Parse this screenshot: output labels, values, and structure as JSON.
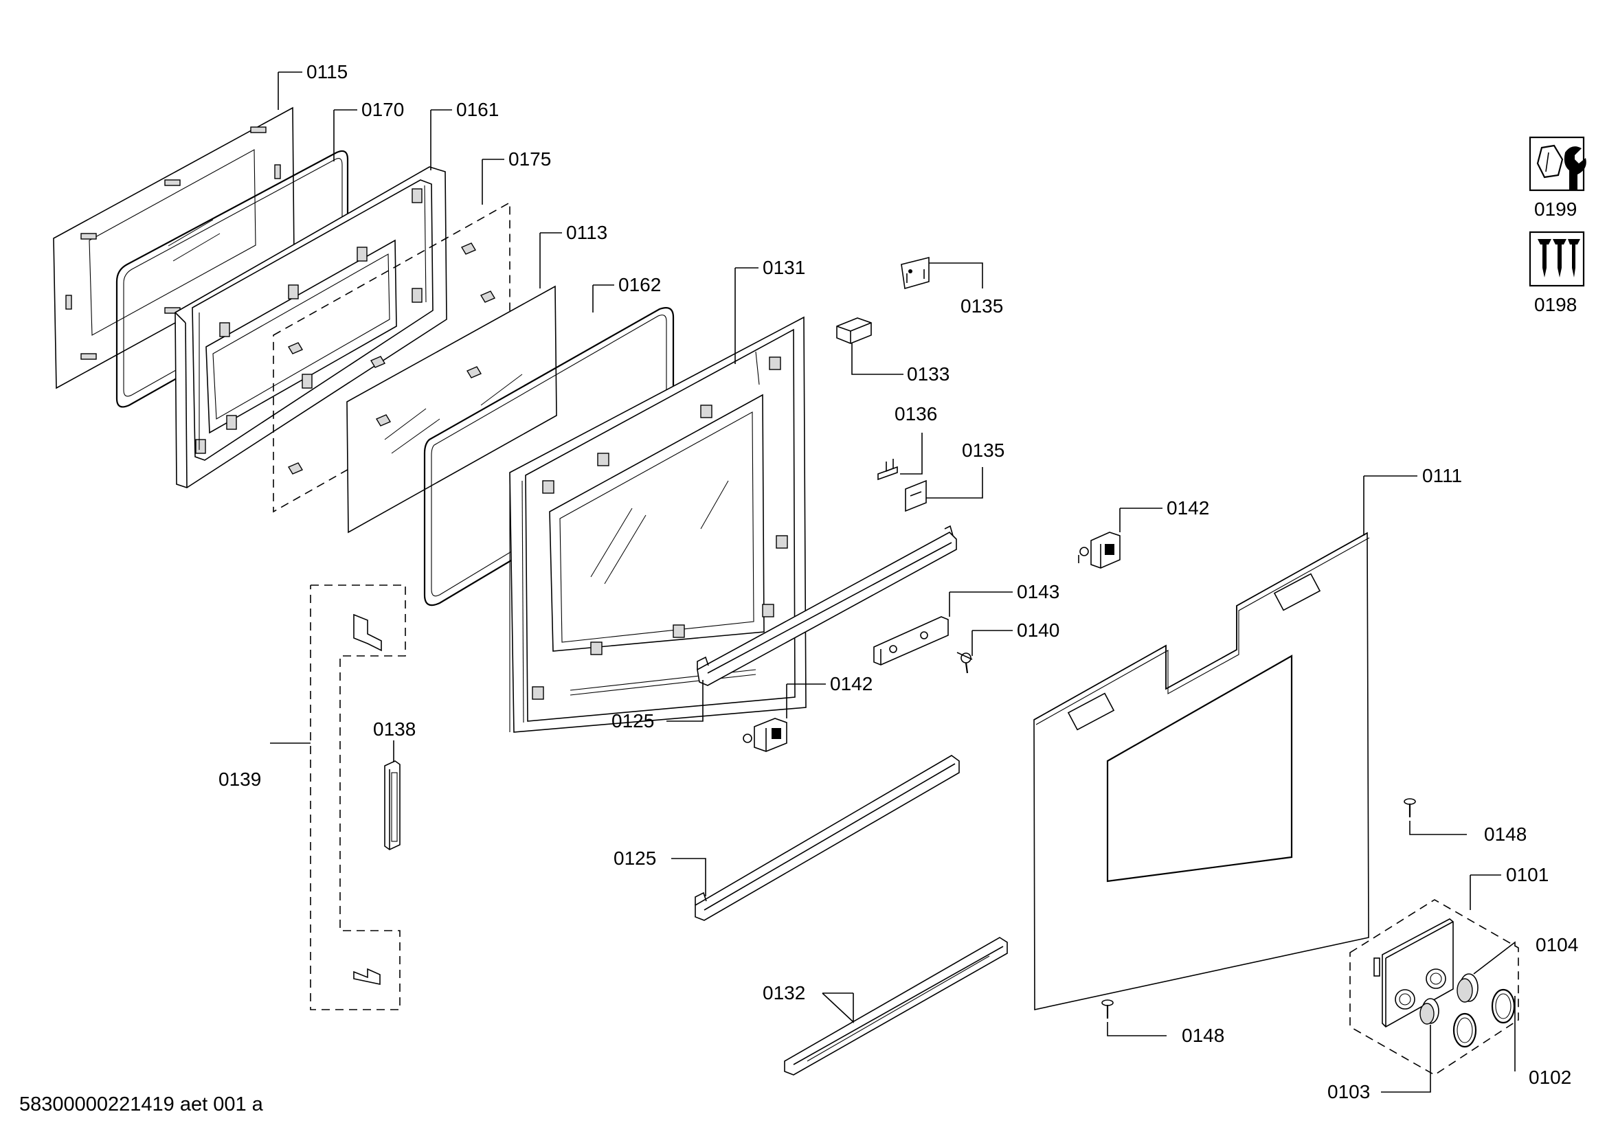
{
  "diagram": {
    "document_id": "58300000221419 aet 001 a",
    "callouts": [
      {
        "id": "c0115",
        "label": "0115"
      },
      {
        "id": "c0170",
        "label": "0170"
      },
      {
        "id": "c0161",
        "label": "0161"
      },
      {
        "id": "c0175",
        "label": "0175"
      },
      {
        "id": "c0113",
        "label": "0113"
      },
      {
        "id": "c0162",
        "label": "0162"
      },
      {
        "id": "c0131",
        "label": "0131"
      },
      {
        "id": "c0135a",
        "label": "0135"
      },
      {
        "id": "c0133",
        "label": "0133"
      },
      {
        "id": "c0136",
        "label": "0136"
      },
      {
        "id": "c0135b",
        "label": "0135"
      },
      {
        "id": "c0142a",
        "label": "0142"
      },
      {
        "id": "c0111",
        "label": "0111"
      },
      {
        "id": "c0143",
        "label": "0143"
      },
      {
        "id": "c0140",
        "label": "0140"
      },
      {
        "id": "c0142b",
        "label": "0142"
      },
      {
        "id": "c0125a",
        "label": "0125"
      },
      {
        "id": "c0139",
        "label": "0139"
      },
      {
        "id": "c0138",
        "label": "0138"
      },
      {
        "id": "c0125b",
        "label": "0125"
      },
      {
        "id": "c0148a",
        "label": "0148"
      },
      {
        "id": "c0101",
        "label": "0101"
      },
      {
        "id": "c0104",
        "label": "0104"
      },
      {
        "id": "c0132",
        "label": "0132"
      },
      {
        "id": "c0148b",
        "label": "0148"
      },
      {
        "id": "c0102",
        "label": "0102"
      },
      {
        "id": "c0103",
        "label": "0103"
      }
    ],
    "legend": [
      {
        "label": "0199",
        "icon": "nut-and-wrench-icon"
      },
      {
        "label": "0198",
        "icon": "screws-icon"
      }
    ]
  }
}
